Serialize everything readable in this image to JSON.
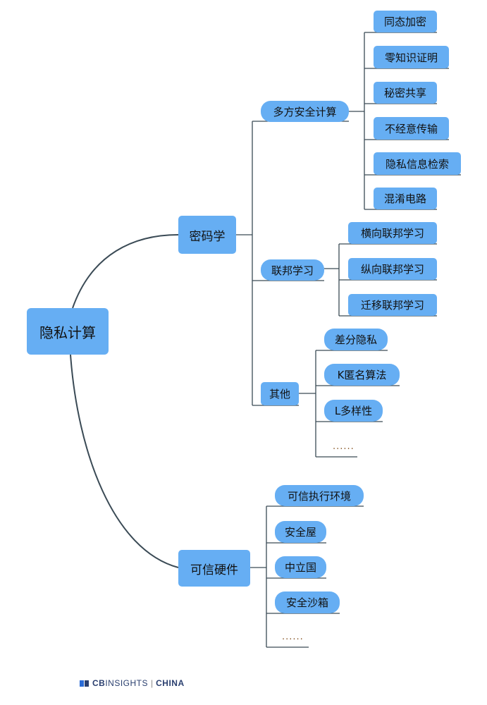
{
  "root": {
    "label": "隐私计算"
  },
  "branches": {
    "crypto": {
      "label": "密码学",
      "mpc": {
        "label": "多方安全计算",
        "items": [
          "同态加密",
          "零知识证明",
          "秘密共享",
          "不经意传输",
          "隐私信息检索",
          "混淆电路"
        ]
      },
      "fl": {
        "label": "联邦学习",
        "items": [
          "横向联邦学习",
          "纵向联邦学习",
          "迁移联邦学习"
        ]
      },
      "other": {
        "label": "其他",
        "items": [
          "差分隐私",
          "K匿名算法",
          "L多样性"
        ],
        "more": "......"
      }
    },
    "hardware": {
      "label": "可信硬件",
      "items": [
        "可信执行环境",
        "安全屋",
        "中立国",
        "安全沙箱"
      ],
      "more": "......"
    }
  },
  "logo": {
    "brand": "CB",
    "name": "INSIGHTS",
    "region": "CHINA"
  },
  "colors": {
    "node": "#66aef3",
    "line": "#3a4a55",
    "ellipsis": "#8a5a2b"
  }
}
